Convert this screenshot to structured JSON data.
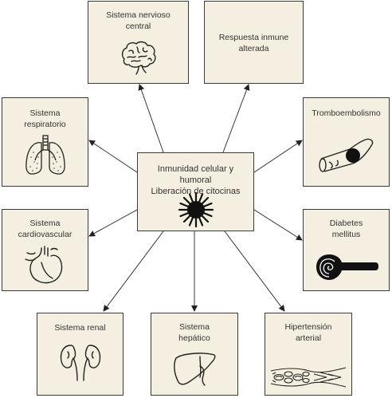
{
  "center": {
    "line1": "Inmunidad celular y humoral",
    "line2": "Liberación de citocinas"
  },
  "boxes": {
    "nervioso": {
      "line1": "Sistema nervioso",
      "line2": "central",
      "icon": "brain-icon"
    },
    "inmune": {
      "line1": "Respuesta inmune",
      "line2": "alterada"
    },
    "respiratorio": {
      "line1": "Sistema",
      "line2": "respiratorio",
      "icon": "lungs-icon"
    },
    "trombo": {
      "line1": "Tromboembolismo",
      "icon": "blood-vessel-clot-icon"
    },
    "cardio": {
      "line1": "Sistema",
      "line2": "cardiovascular",
      "icon": "heart-icon"
    },
    "diabetes": {
      "line1": "Diabetes",
      "line2": "mellitus",
      "icon": "pancreas-icon"
    },
    "renal": {
      "line1": "Sistema renal",
      "icon": "kidneys-icon"
    },
    "hepatico": {
      "line1": "Sistema",
      "line2": "hepático",
      "icon": "liver-icon"
    },
    "hipertension": {
      "line1": "Hipertensión",
      "line2": "arterial",
      "icon": "artery-icon"
    }
  },
  "colors": {
    "box_fill": "#f4efe0",
    "stroke": "#3a3a3a",
    "text": "#333333"
  }
}
